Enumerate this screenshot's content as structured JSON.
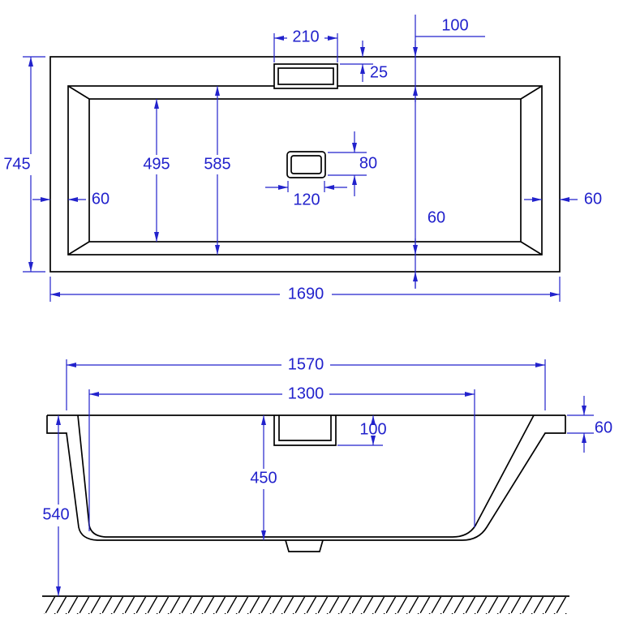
{
  "title": "Bathtub technical dimension drawing (top view and side section)",
  "colors": {
    "dimension": "#2222cc",
    "outline": "#000000",
    "background": "#ffffff"
  },
  "top_view": {
    "overall_width": "1690",
    "overall_depth": "745",
    "rim_margin_left": "60",
    "rim_margin_right": "60",
    "rim_margin_bottom": "60",
    "rim_margin_top": "100",
    "deck_width": "210",
    "deck_offset": "25",
    "basin_opening_depth": "585",
    "basin_floor_depth": "495",
    "drain_width": "120",
    "drain_depth": "80"
  },
  "side_view": {
    "flange_length": "1570",
    "floor_length": "1300",
    "overflow_depth": "100",
    "inner_depth": "450",
    "overall_height": "540",
    "rim_thickness": "60"
  }
}
